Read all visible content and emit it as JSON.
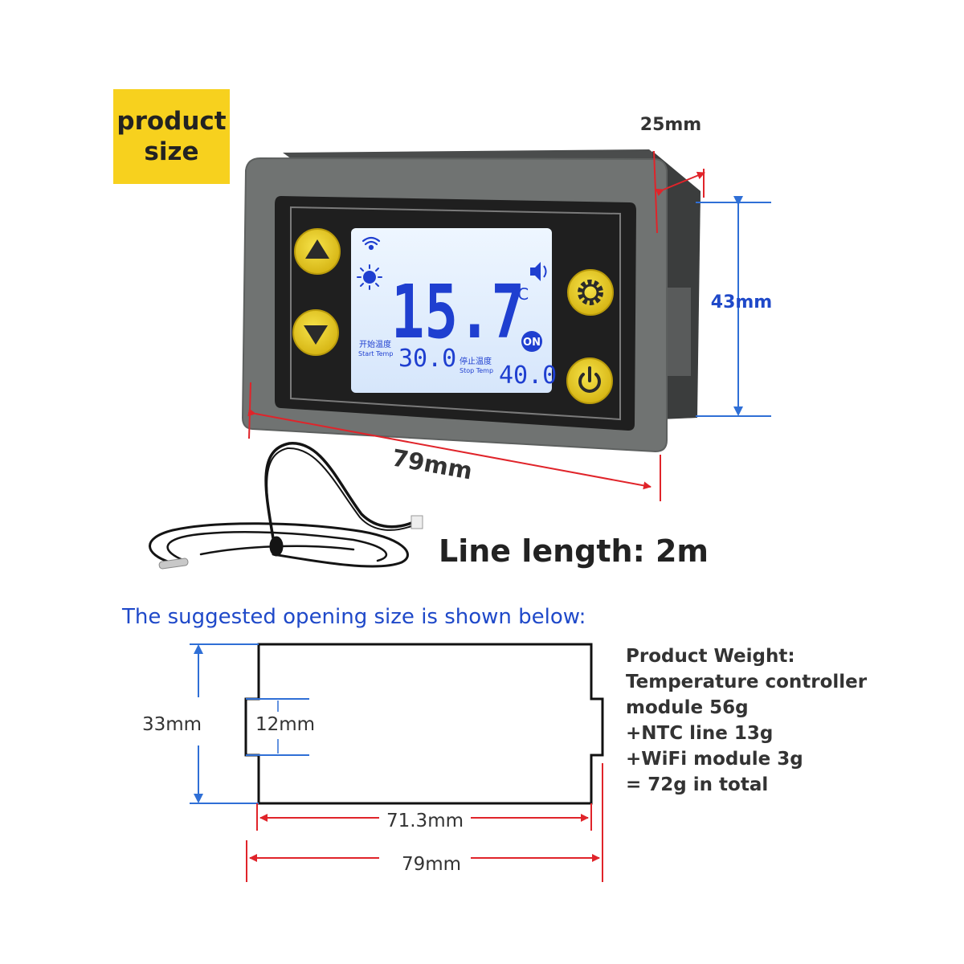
{
  "badge": {
    "line1": "product",
    "line2": "size"
  },
  "dimensions": {
    "depth": "25mm",
    "height": "43mm",
    "width": "79mm",
    "line_length": "Line length: 2m"
  },
  "display": {
    "main_temp": "15.7",
    "unit": "℃",
    "start_label_cn": "开始温度",
    "start_label_en": "Start Temp",
    "start_value": "30.0",
    "stop_label_cn": "停止温度",
    "stop_label_en": "Stop Temp",
    "stop_value": "40.0",
    "on_badge": "ON"
  },
  "opening": {
    "title": "The suggested opening size is shown below:",
    "height": "33mm",
    "tab": "12mm",
    "inner_width": "71.3mm",
    "outer_width": "79mm"
  },
  "weight": {
    "lines": [
      "Product Weight:",
      "Temperature controller",
      "module 56g",
      "+NTC line 13g",
      "+WiFi module 3g",
      "= 72g in total"
    ]
  },
  "colors": {
    "badge": "#f7d11e",
    "arrow_red": "#e0242a",
    "arrow_blue": "#2f6fd6",
    "title_blue": "#1f49c9",
    "case_gray": "#707372",
    "lcd_blue": "#1f3fd0"
  }
}
